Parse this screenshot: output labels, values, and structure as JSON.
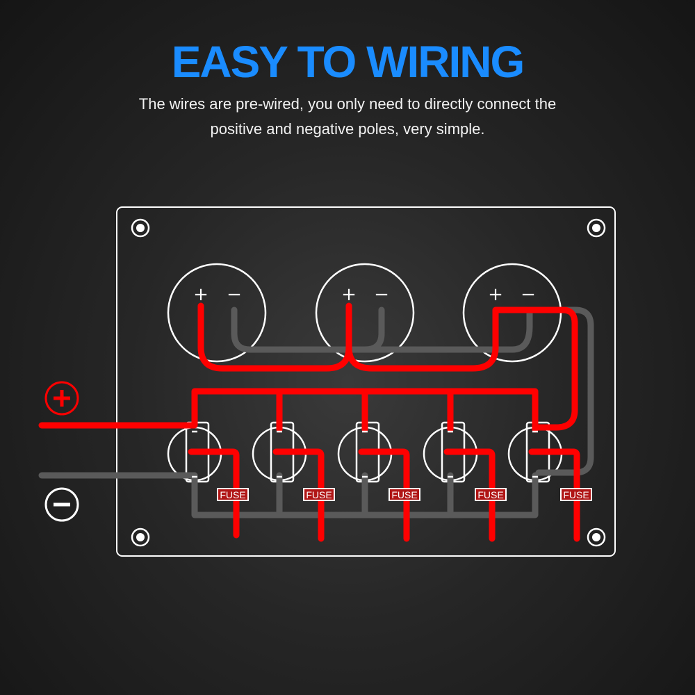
{
  "title": "EASY TO WIRING",
  "subtitle": {
    "line1": "The wires are pre-wired, you only need to directly connect the",
    "line2": "positive and negative poles, very simple."
  },
  "colors": {
    "title": "#1a8cff",
    "positive_wire": "#ff0000",
    "negative_wire": "#5a5a5a",
    "panel_outline": "#ffffff",
    "background": "#222222"
  },
  "sockets": [
    {
      "plus": "+",
      "minus": "−"
    },
    {
      "plus": "+",
      "minus": "−"
    },
    {
      "plus": "+",
      "minus": "−"
    }
  ],
  "fuses": [
    "FUSE",
    "FUSE",
    "FUSE",
    "FUSE",
    "FUSE"
  ],
  "terminals": {
    "positive_icon": "plus-circle-icon",
    "negative_icon": "minus-circle-icon"
  },
  "icons": [
    "mounting-screw-icon",
    "plus-circle-icon",
    "minus-circle-icon"
  ]
}
